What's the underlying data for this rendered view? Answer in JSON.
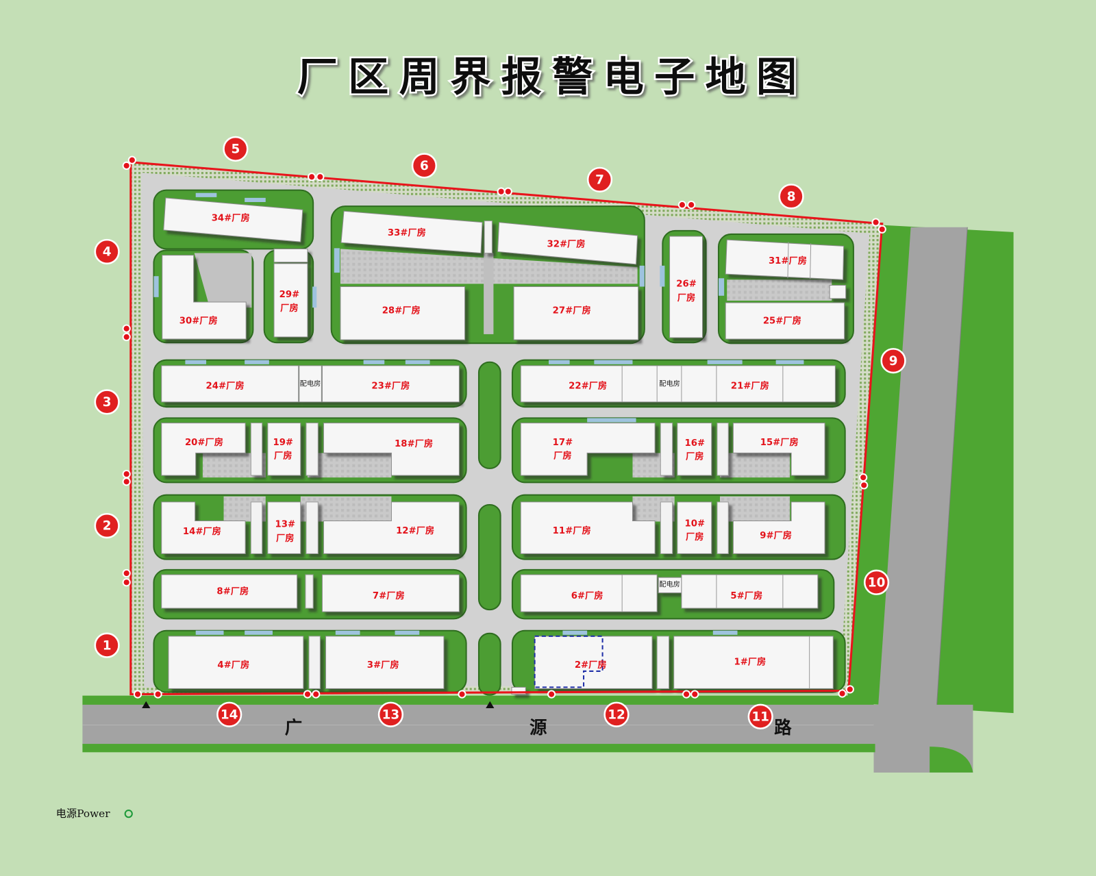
{
  "title": "厂区周界报警电子地图",
  "zones": [
    {
      "label": "1"
    },
    {
      "label": "2"
    },
    {
      "label": "3"
    },
    {
      "label": "4"
    },
    {
      "label": "5"
    },
    {
      "label": "6"
    },
    {
      "label": "7"
    },
    {
      "label": "8"
    },
    {
      "label": "9"
    },
    {
      "label": "10"
    },
    {
      "label": "11"
    },
    {
      "label": "12"
    },
    {
      "label": "13"
    },
    {
      "label": "14"
    }
  ],
  "buildings": [
    {
      "label": "34#厂房"
    },
    {
      "label": "30#厂房"
    },
    {
      "lines": [
        "29#",
        "厂房"
      ]
    },
    {
      "label": "33#厂房"
    },
    {
      "label": "32#厂房"
    },
    {
      "label": "28#厂房"
    },
    {
      "label": "27#厂房"
    },
    {
      "lines": [
        "26#",
        "厂房"
      ]
    },
    {
      "label": "31#厂房"
    },
    {
      "label": "25#厂房"
    },
    {
      "label": "24#厂房"
    },
    {
      "label": "23#厂房"
    },
    {
      "label": "22#厂房"
    },
    {
      "label": "21#厂房"
    },
    {
      "label": "20#厂房"
    },
    {
      "lines": [
        "19#",
        "厂房"
      ]
    },
    {
      "label": "18#厂房"
    },
    {
      "lines": [
        "17#",
        "厂房"
      ]
    },
    {
      "lines": [
        "16#",
        "厂房"
      ]
    },
    {
      "label": "15#厂房"
    },
    {
      "label": "14#厂房"
    },
    {
      "lines": [
        "13#",
        "厂房"
      ]
    },
    {
      "label": "12#厂房"
    },
    {
      "label": "11#厂房"
    },
    {
      "lines": [
        "10#",
        "厂房"
      ]
    },
    {
      "label": "9#厂房"
    },
    {
      "label": "8#厂房"
    },
    {
      "label": "7#厂房"
    },
    {
      "label": "6#厂房"
    },
    {
      "label": "5#厂房"
    },
    {
      "label": "4#厂房"
    },
    {
      "label": "3#厂房"
    },
    {
      "label": "2#厂房"
    },
    {
      "label": "1#厂房"
    }
  ],
  "power_rooms": [
    "配电房",
    "配电房",
    "配电房"
  ],
  "road_name_chars": [
    "广",
    "源",
    "路"
  ],
  "legend": {
    "power_label": "电源Power",
    "power_indicator_color": "#1e9a3a"
  },
  "colors": {
    "background": "#c4dfb6",
    "perimeter_line": "#e8141b",
    "zone_marker": "#e02020",
    "building_label": "#e3121a",
    "grass": "#4c9d33",
    "road": "#a3a3a3",
    "selected_outline": "#1f2fa8"
  }
}
